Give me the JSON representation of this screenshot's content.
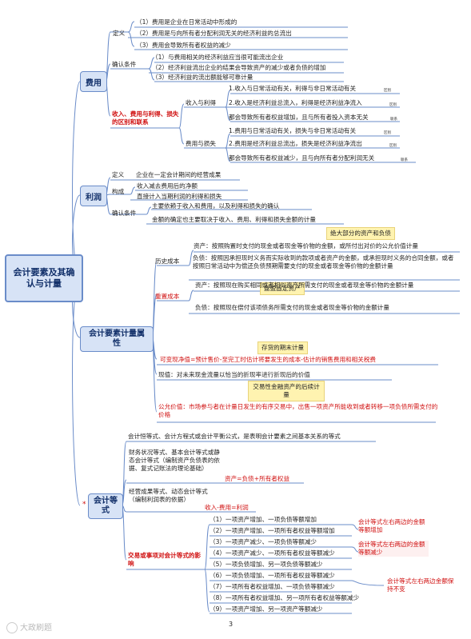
{
  "root": {
    "label": "会计要素及其确认与计量"
  },
  "expense": {
    "label": "费用",
    "definition": {
      "label": "定义",
      "items": [
        "（1）费用是企业在日常活动中形成的",
        "（2）费用是与向所有者分配利润无关的经济利益的总流出",
        "（3）费用会导致所有者权益的减少"
      ]
    },
    "recognition": {
      "label": "确认条件",
      "items": [
        "（1）与费用相关的经济利益应当很可能流出企业",
        "（2）经济利益流出企业的结果会导致资产的减少或者负债的增加",
        "（3）经济利益的流出额能够可靠计量"
      ]
    },
    "distinction": {
      "label": "收入、费用与利得、损失的区别和联系",
      "income_gain": {
        "label": "收入与利得",
        "items": [
          "1.收入与日常活动有关，利得与非日常活动有关",
          "2.收入是经济利益总流入，利得是经济利益净流入",
          "都会导致所有者权益增加，且与所有者投入资本无关"
        ],
        "tags": [
          "区别",
          "区别",
          "联系"
        ]
      },
      "expense_loss": {
        "label": "费用与损失",
        "items": [
          "1.费用与日常活动有关，损失与非日常活动有关",
          "2.费用是经济利益总流出，损失是经济利益净流出",
          "都会导致所有者权益减少，且与向所有者分配利润无关"
        ],
        "tags": [
          "区别",
          "区别",
          "联系"
        ]
      }
    }
  },
  "profit": {
    "label": "利润",
    "definition": {
      "label": "定义",
      "text": "企业在一定会计期间的经营成果"
    },
    "composition": {
      "label": "构成",
      "items": [
        "收入减去费用后的净额",
        "直接计入当期利润的利得和损失"
      ]
    },
    "recognition": {
      "label": "确认条件",
      "items": [
        "主要依赖于收入和费用，以及利得和损失的确认",
        "金额的确定也主要取决于收入、费用、利得和损失金额的计量"
      ]
    }
  },
  "measurement": {
    "label": "会计要素计量属性",
    "notes": [
      "绝大部分的资产和负债",
      "盘盈固定资产",
      "存货的期末计量",
      "交易性金融资产的后续计量"
    ],
    "historical_cost": {
      "label": "历史成本",
      "asset": "资产：按照购置时支付的现金或者现金等价物的金额，或所付出对价的公允价值计量",
      "liability": "负债：按照因承担现时义务而实际收到的款项或者资产的金额，或承担现时义务的合同金额，或者按照日常活动中为偿还负债预期需要支付的现金或者现金等价物的金额计量"
    },
    "replacement_cost": {
      "label": "重置成本",
      "asset": "资产：按照现在购买相同或者相似资产所需支付的现金或者现金等价物的金额计量",
      "liability": "负债：按照现在偿付该项债务所需支付的现金或者现金等价物的金额计量"
    },
    "net_realizable": "可变现净值=预计售价-至完工时估计将要发生的成本-估计的销售费用和相关税费",
    "present_value": "现值：对未来现金流量以恰当的折现率进行折现后的价值",
    "fair_value": "公允价值：市场参与者在计量日发生的有序交易中，出售一项资产所能收到或者转移一项负债所需支付的价格"
  },
  "equation": {
    "label": "会计等式",
    "marker": "*",
    "intro": "会计恒等式、会计方程式或会计平衡公式，是表明会计要素之间基本关系的等式",
    "balance": {
      "text": "财务状况等式、基本会计等式或静态会计等式（编制资产负债表的依据、复式记账法的理论基础）",
      "formula": "资产=负债+所有者权益"
    },
    "operating": {
      "text": "经营成果等式、动态会计等式（编制利润表的依据）",
      "formula": "收入-费用=利润"
    },
    "transactions": {
      "label": "交易或事项对会计等式的影响",
      "items": [
        "（1）一项资产增加、一项负债等额增加",
        "（2）一项资产增加、一项所有者权益等额增加",
        "（3）一项资产减少、一项负债等额减少",
        "（4）一项资产减少、一项所有者权益等额减少",
        "（5）一项负债增加、另一项负债等额减少",
        "（6）一项负债增加、一项所有者权益等额减少",
        "（7）一项所有者权益增加、一项负债等额减少",
        "（8）一项所有者权益增加、另一项所有者权益等额减少",
        "（9）一项资产增加、另一项资产等额减少"
      ],
      "notes": [
        "会计等式左右两边的金额等额增加",
        "会计等式左右两边的金额等额减少",
        "会计等式左右两边金额保持不变"
      ]
    }
  },
  "footer": {
    "page": "3",
    "watermark": "大政刷题"
  },
  "colors": {
    "node_fill": "#d7e3f6",
    "node_border": "#6a8cc9",
    "emphasis_red": "#d01010",
    "note_fill": "#fff3b0"
  }
}
